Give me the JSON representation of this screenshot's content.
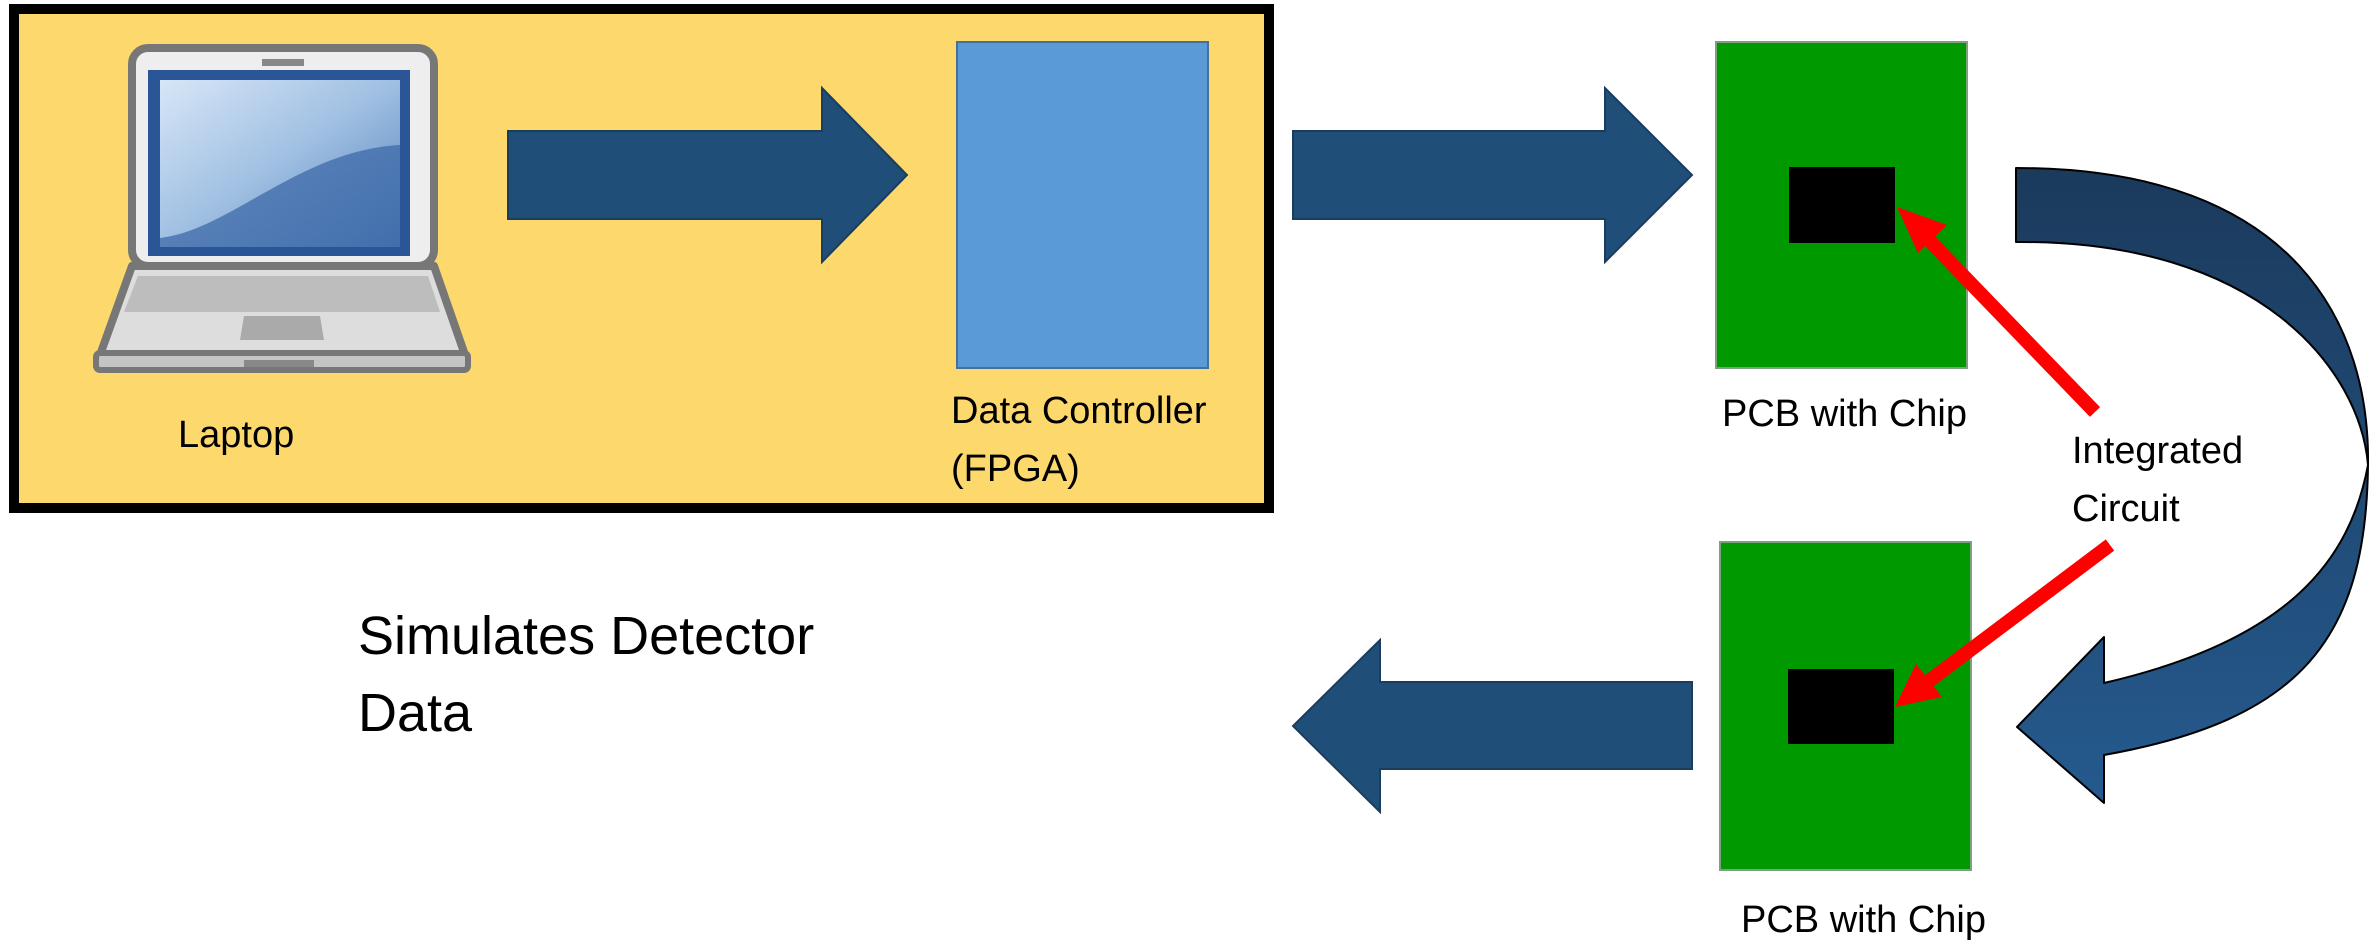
{
  "diagram": {
    "laptop": {
      "label": "Laptop",
      "icon": "laptop-icon"
    },
    "fpga": {
      "label_line1": "Data Controller",
      "label_line2": "(FPGA)"
    },
    "pcb_top": {
      "label": "PCB with Chip"
    },
    "pcb_bottom": {
      "label": "PCB with Chip"
    },
    "ic_label": {
      "line1": "Integrated",
      "line2": "Circuit"
    },
    "caption": {
      "line1": "Simulates Detector",
      "line2": "Data"
    }
  },
  "colors": {
    "system_box_fill": "#fdd86d",
    "system_box_border": "#000000",
    "arrow_fill": "#1f4e79",
    "fpga_fill": "#5b9bd5",
    "pcb_fill": "#009900",
    "chip_fill": "#000000",
    "pointer_arrow": "#ff0000"
  }
}
